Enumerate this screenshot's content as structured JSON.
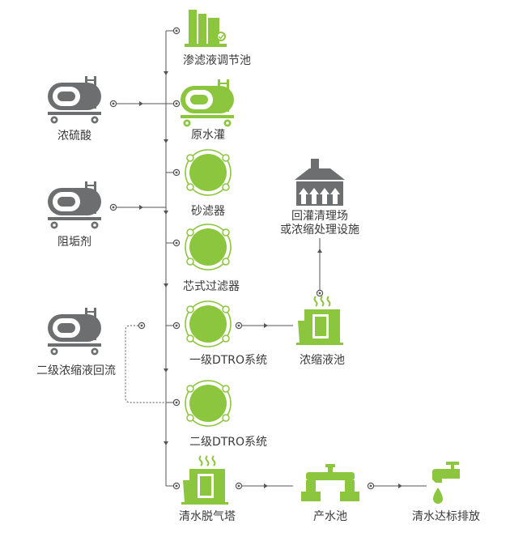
{
  "colors": {
    "accent": "#8cc63f",
    "gray": "#6d6e70",
    "line": "#555555",
    "text": "#3a3a3a"
  },
  "labels": {
    "leachate_tank": "渗滤液调节池",
    "raw_water_tank": "原水灌",
    "conc_sulfuric_acid": "浓硫酸",
    "sand_filter": "砂滤器",
    "antiscalant": "阻垢剂",
    "cartridge_filter": "芯式过滤器",
    "recharge_line1": "回灌清理场",
    "recharge_line2": "或浓缩处理设施",
    "dtro_stage1": "一级DTRO系统",
    "concentrate_tank": "浓缩液池",
    "concentrate_reflux": "二级浓缩液回流",
    "dtro_stage2": "二级DTRO系统",
    "degassing_tower": "清水脱气塔",
    "product_water_tank": "产水池",
    "discharge": "清水达标排放"
  },
  "icons": {
    "leachate_tank": "storage-tank-icon",
    "raw_water_tank": "tanker-icon",
    "conc_sulfuric_acid": "tanker-icon",
    "antiscalant": "tanker-icon",
    "concentrate_reflux": "tanker-icon",
    "sand_filter": "filter-disc-icon",
    "cartridge_filter": "filter-disc-icon",
    "dtro_stage1": "filter-disc-icon",
    "dtro_stage2": "filter-disc-icon",
    "recharge": "factory-icon",
    "concentrate_tank": "pool-icon",
    "degassing_tower": "tower-icon",
    "product_water_tank": "pipe-pump-icon",
    "discharge": "faucet-drop-icon"
  }
}
